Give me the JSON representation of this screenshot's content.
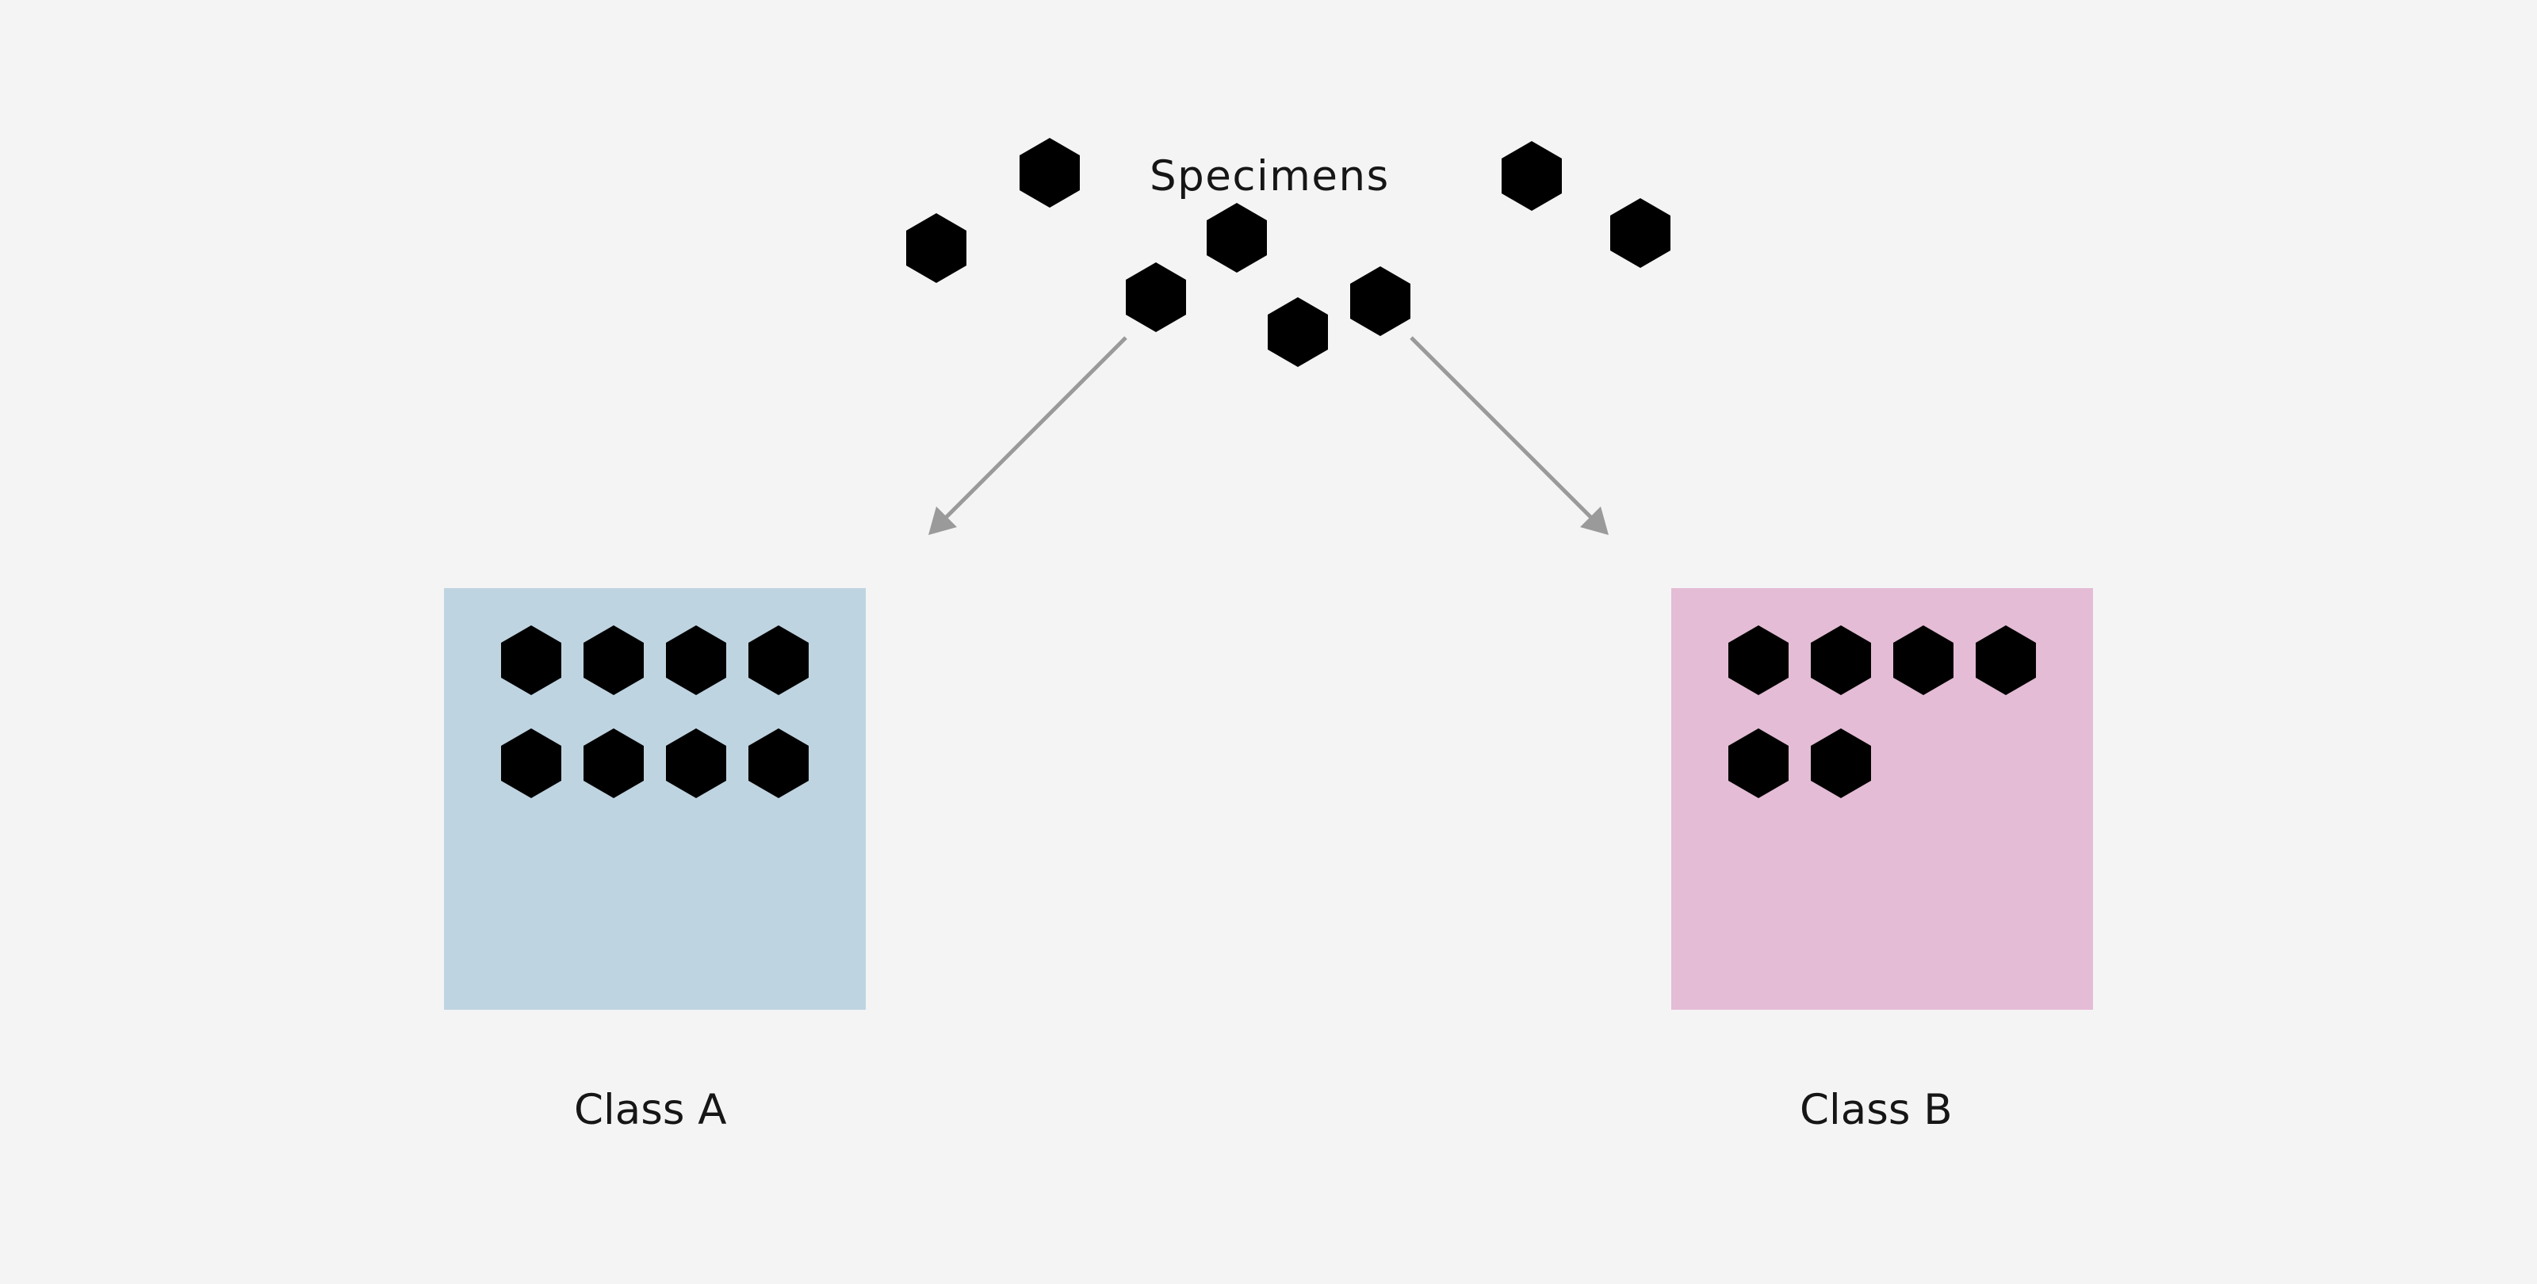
{
  "title": "Specimens",
  "icon": "cube-icon",
  "colors": {
    "background": "#f4f4f4",
    "class_a": "#bfd4e1",
    "class_b": "#e4bcd5",
    "arrow": "#9a9a9a",
    "ink": "#161616"
  },
  "specimens": {
    "label": "Specimens",
    "count": 8
  },
  "classes": [
    {
      "label": "Class A",
      "count": 8
    },
    {
      "label": "Class B",
      "count": 6
    }
  ]
}
